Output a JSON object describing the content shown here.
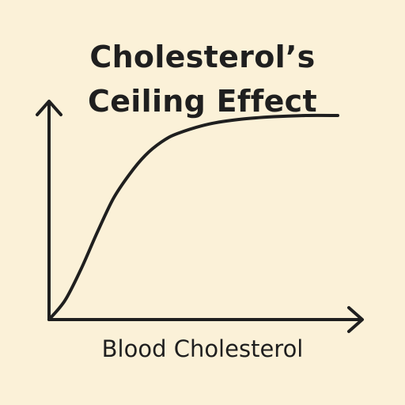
{
  "chart_data": {
    "type": "line",
    "title_lines": [
      "Cholesterol’s",
      "Ceiling Effect"
    ],
    "xlabel": "Blood Cholesterol",
    "ylabel": "",
    "xlim": [
      0,
      10
    ],
    "ylim": [
      0,
      10
    ],
    "grid": false,
    "legend": "none",
    "axis_arrows": true,
    "series": [
      {
        "x": [
          0,
          0.5,
          1,
          1.5,
          2,
          2.5,
          3,
          3.5,
          4,
          5,
          6,
          7,
          8,
          9
        ],
        "y": [
          0,
          0.8,
          2.1,
          3.6,
          5.0,
          6.0,
          6.8,
          7.35,
          7.7,
          8.1,
          8.3,
          8.4,
          8.45,
          8.45
        ]
      }
    ],
    "colors": {
      "background": "#fbf1d8",
      "ink": "#1f1f1f"
    }
  }
}
